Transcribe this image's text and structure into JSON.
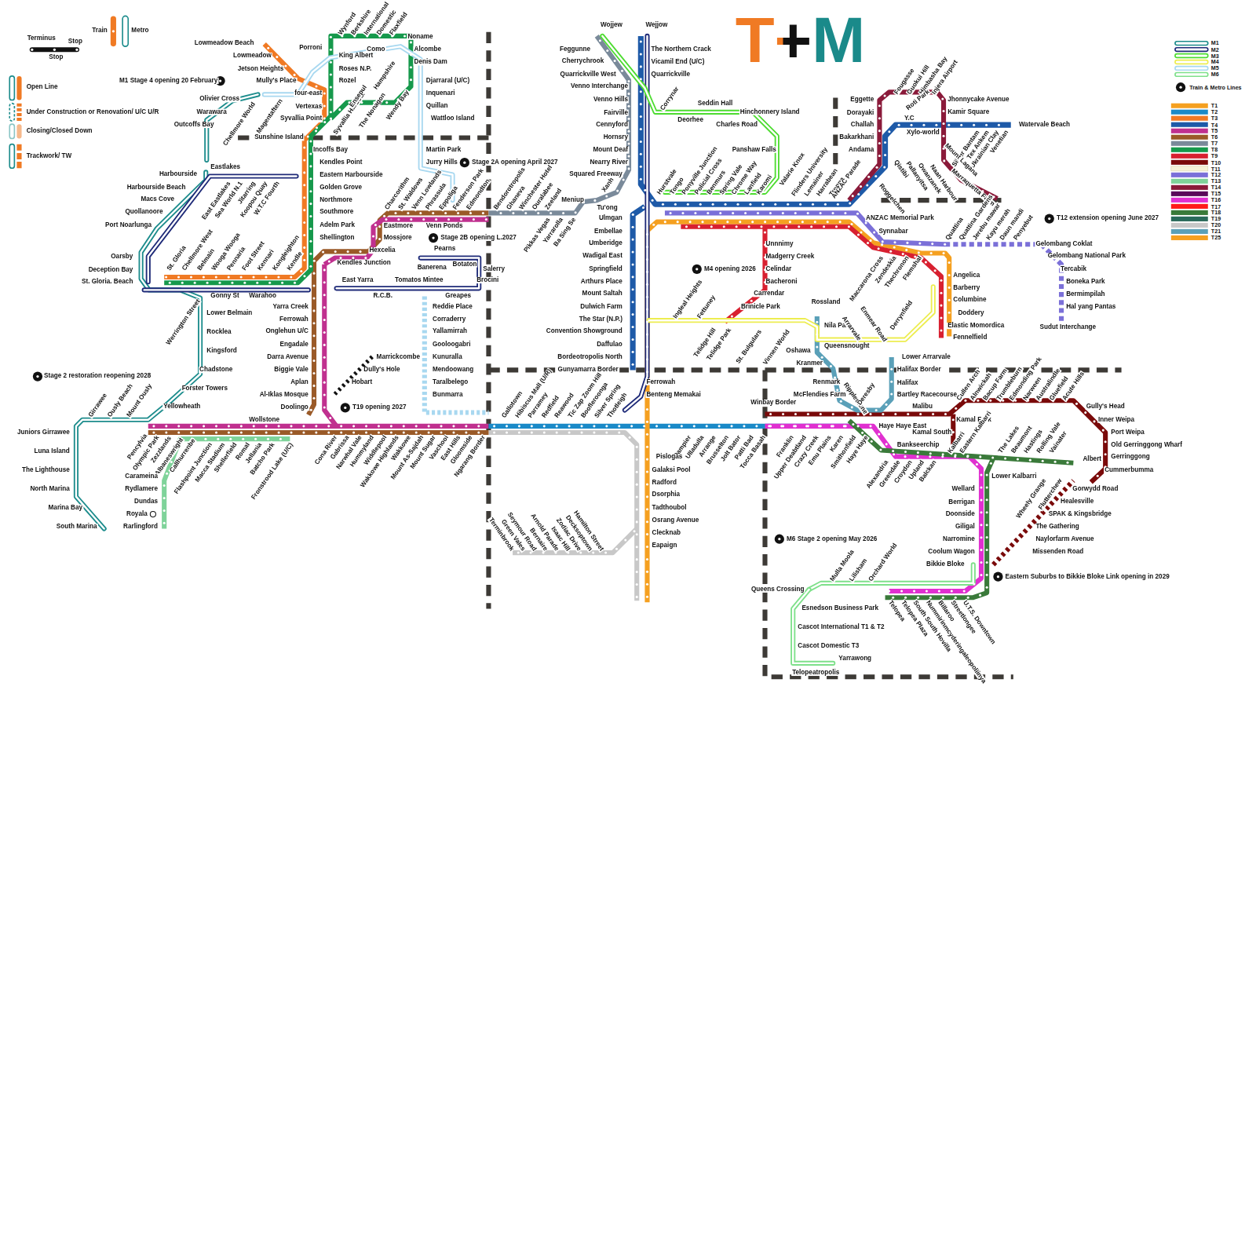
{
  "diagram": {
    "title": "T+M",
    "labels": [
      "M1 Stage 4 opening 20 February",
      "Stage 2A opening April 2027",
      "Stage 2B opening L.2027",
      "Stage 2 restoration reopening 2028",
      "T19 opening 2027",
      "M4 opening 2026",
      "T12 extension opening June 2027",
      "M6 Stage 2 opening May 2026",
      "Eastern Suburbs to Bikkie Bloke Link opening in 2029",
      "Lowmeadow Beach",
      "Lowmeadow",
      "Jetson Heights",
      "Mully's Place",
      "Porroni",
      "four-east",
      "Vertexas",
      "Syvallia Point",
      "Sunshine Island",
      "Incoffs Bay",
      "Kendles Point",
      "Eastern Harbourside",
      "Golden Grove",
      "Northmore",
      "Southmore",
      "Adelm Park",
      "Shellington",
      "Kendles Junction",
      "Olivier Cross",
      "Warawara",
      "Outcoffs Bay",
      "Chellmore World",
      "Magentaftern",
      "Wynford",
      "Berkshire",
      "International",
      "Domestic",
      "Flaxfield",
      "Noname",
      "Alcombe",
      "Denis Dam",
      "Como",
      "King Albert",
      "Roses N.P.",
      "Rozel",
      "Djarraral (U/C)",
      "Inquenari",
      "Quillan",
      "Wattloo Island",
      "Syvallia Harbour",
      "Ensepul",
      "The Nonagon",
      "Hampshire",
      "Wendy Bay",
      "Martin Park",
      "Jurry Hills",
      "Eastlakes",
      "Harbourside",
      "Harbourside Beach",
      "Macs Cove",
      "Quollanoore",
      "Port Noarlunga",
      "East Eastlakes",
      "Sea World N.1",
      "Jitarring",
      "Koopou Quay",
      "W.T.C Fourth",
      "Oarsby",
      "Deception Bay",
      "St. Gloria. Beach",
      "St. Gloria",
      "Chellmore West",
      "Belmain",
      "Wooga Wooga",
      "Pennaria",
      "Foot Street",
      "Kennari",
      "Kongleighton",
      "Kendle",
      "Gonny St",
      "Warahoo",
      "Werrington Street",
      "Lower Belmain",
      "Rocklea",
      "Kingsford",
      "Chadstone",
      "Forster Towers",
      "Yellowheath",
      "Girrawee",
      "Ously Beach",
      "Mount Ously",
      "Juniors Girrawee",
      "Luna Island",
      "The Lighthouse",
      "North Marina",
      "Marina Bay",
      "South Marina",
      "Pencylvia",
      "Olympic Park",
      "Zezzlands",
      "Albaneswright",
      "Callhurrenbe",
      "Carameina",
      "Rydlamere",
      "Dundas",
      "Royala",
      "Rarlingford",
      "Flashpoint Junction",
      "Macca Stadium",
      "Shellerfield",
      "Romal",
      "Jellania",
      "Batcho Park",
      "Fronstrood Lake (U/C)",
      "Yarra Creek",
      "Ferrowah",
      "Onglehun U/C",
      "Engadale",
      "Darra Avenue",
      "Biggie Vale",
      "Aplan",
      "Al-Iklas Mosque",
      "Doolingo",
      "Wollstone",
      "Marrickcombe",
      "Dully's Hole",
      "Hobart",
      "Cona River",
      "Gabrissa",
      "Narwhal Vale",
      "Hummyland",
      "Widdlepool",
      "Wakkowe Highlands",
      "Wakkowe",
      "Mount As-Sajdah",
      "Mount Sugar",
      "Vaschooi",
      "East Hills",
      "Gloomside",
      "Ngarang Border",
      "Hexcelia",
      "Mossjore",
      "Eastmore",
      "Venn Ponds",
      "Charcorithm",
      "St. Waldows",
      "Venn Lowlands",
      "Phrassula",
      "Eppoliga",
      "Fenderson Park",
      "Edmondton",
      "Bendorotropolis",
      "Ghaneva",
      "Winchester Hotel",
      "Ouralabee",
      "Zeeland",
      "Pearns",
      "Banerena",
      "Botaton",
      "Salerry",
      "Brocini",
      "Greapes",
      "Tomatos Mintee",
      "East Yarra",
      "R.C.B.",
      "Reddie Place",
      "Corraderry",
      "Yallamirrah",
      "Gooloogabri",
      "Kunuralla",
      "Mendoowang",
      "Taralbelego",
      "Bunmarra",
      "Meniup",
      "Tu'ong",
      "Xanh",
      "Pikkas Vegas",
      "Yarrarolla",
      "Ba Sing Se",
      "Wojjew",
      "Wejjow",
      "Feggunne",
      "Cherrychrook",
      "Quarrickville West",
      "Venno Interchange",
      "Venno Hills",
      "Fairville",
      "Cennyford",
      "Hornsry",
      "Mount Deaf",
      "Nearry River",
      "Squared Freeway",
      "The Northern Crack",
      "Vicamil End (U/C)",
      "Quarrickville",
      "Corrynar",
      "Seddin Hall",
      "Deorhee",
      "Hinchonnery Island",
      "Charles Road",
      "Panshaw Falls",
      "Valarie Knox",
      "Ulmgan",
      "Embellae",
      "Umberidge",
      "Wadigal East",
      "Springfield",
      "Arthurs Place",
      "Mount Saltah",
      "Dulwich Farm",
      "The Star (N.P.)",
      "Convention Showground",
      "Daffulao",
      "Bordeotropolis North",
      "Gunyamarra Border",
      "Ferrowah",
      "Benteng Memakai",
      "Hurstvale",
      "Tongo",
      "Ponyville Junction",
      "Policial Cross",
      "Benmurs",
      "Spring Vale",
      "Chrome Way",
      "Lanfield",
      "Karomi",
      "Flinders University",
      "Lemainer",
      "Harrabean",
      "Tronna",
      "ANZAC Parade",
      "Roggelchen",
      "ANZAC Memorial Park",
      "Synnabar",
      "Unnnimy",
      "Madgerry Creek",
      "Celindar",
      "Bacheroni",
      "Carrendar",
      "Brinicle Park",
      "Ingleal Heights",
      "Fettuney",
      "Telidge Hill",
      "Telidge Park",
      "St. Bulgulars",
      "Vinnen World",
      "Rossland",
      "Nila Park",
      "Arrarvale",
      "Enmear Road",
      "Derrynfield",
      "Queensnought",
      "Oshawa",
      "Kranmer",
      "Renmark",
      "McFlendies Farm",
      "Winbay Border",
      "Ripplestone",
      "Deresby",
      "Lower Arrarvale",
      "Halifax Border",
      "Halifax",
      "Bartley Racecourse",
      "Malibu",
      "Kamal Fork",
      "Kamal South",
      "Haye Haye East",
      "Bankseerchip",
      "Eggette",
      "Dorayaki",
      "Challah",
      "Bakarkhani",
      "Andama",
      "Fougasse",
      "Guokui Hill",
      "Himbasha Bay",
      "Injera Airport",
      "Roti Park",
      "Y.C",
      "Xylo-world",
      "Jhonnycake Avenue",
      "Kamir Square",
      "Watervale Beach",
      "Silver Bantam",
      "Tex Ankem",
      "Ukrainian Clay",
      "Venetian",
      "Mount Lagana",
      "Marraquetta Farm",
      "Qistibi",
      "Pallanyitsa",
      "Owanzanek",
      "Naan Harbour",
      "Quattina",
      "Quattina Gardens",
      "Jerebu mawar",
      "Kayu merah",
      "Daun mandi",
      "Penyebut",
      "Gelombang Coklat",
      "Gelombang National Park",
      "Tercabik",
      "Boneka Park",
      "Bermimpilah",
      "Hal yang Pantas",
      "Sudut Interchange",
      "Maccarona Cross",
      "Zendeskia",
      "Thechronon",
      "Flemshal",
      "Angelica",
      "Barberry",
      "Columbine",
      "Doddery",
      "Elastic Momordica",
      "Fennelfield",
      "Cullen Arch",
      "Alnwickah",
      "Bacup Farm",
      "Trumbleburn",
      "Edmonding Park",
      "Narween",
      "Australindle",
      "Gluefield",
      "Acute Hills",
      "Gully's Head",
      "Inner Weipa",
      "Port Weipa",
      "Old Gerringgong Wharf",
      "Gerringgong",
      "Albert",
      "Cummerbumma",
      "Alexandria",
      "Greendale",
      "Croydon",
      "Upland",
      "Balckan",
      "Kalbarri",
      "Eastern Kalbarri",
      "The Lakes",
      "Beaumont",
      "Hastings",
      "Rolling Vale",
      "Vainater",
      "Lower Kalbarri",
      "Wellard",
      "Berrigan",
      "Doonside",
      "Giligal",
      "Narromine",
      "Coolum Wagon",
      "Bikkie Bloke",
      "Wheely Grange",
      "Flutterchew",
      "Gorwydd Road",
      "Healesville",
      "SPAK & Kingsbridge",
      "The Gathering",
      "Naylorfarm Avenue",
      "Missenden Road",
      "Queens Crossing",
      "Mulla Moola",
      "Lilisham",
      "Orchard World",
      "Esnedson Business Park",
      "Cascot International T1 & T2",
      "Cascot Domestic T3",
      "Yarrawong",
      "Telopeatropolis",
      "Telopea",
      "Telopea Plaza",
      "South South Hovilla",
      "Nummirinmcyderingaleopoliinya",
      "Billaroo",
      "Streetlongee",
      "U.T.S. Downtown",
      "Gallotown",
      "Hibiscus Mall (U/R)",
      "Parramey",
      "Redfield",
      "Reawood",
      "Tic Zap Zoom Hill",
      "Boofleroonga",
      "Silver Spring",
      "Thotleigh",
      "Dampier",
      "Ulladulla",
      "Arrange",
      "Brusselton",
      "Jolt Bator",
      "Patti Bad",
      "Tocca Basah",
      "Franklin",
      "Upper Deabtland",
      "Crazy Creek",
      "Emu Plains",
      "Karen",
      "Smithonfield",
      "Haye Haye",
      "Pislogás",
      "Galaksi Pool",
      "Radford",
      "Dsorphia",
      "Tadthoubol",
      "Osrang Avenue",
      "Clecknab",
      "Eapaign",
      "Terminbrook",
      "Green Vales",
      "Seymour Road",
      "Bernaire",
      "Arnold Parade",
      "Isaac Hill",
      "Zodiac Drive",
      "Decksoptown",
      "Hamilton Street"
    ],
    "legend": [
      {
        "text": "Terminus"
      },
      {
        "text": "Stop"
      },
      {
        "text": "Stop"
      },
      {
        "text": "Train"
      },
      {
        "text": "Metro"
      },
      {
        "text": "Open Line"
      },
      {
        "text": "Under Construction or Renovation/ U/C U/R"
      },
      {
        "text": "Closing/Closed Down"
      },
      {
        "text": "Trackwork/ TW"
      },
      {
        "text": "M1",
        "color": "#1c8c8c"
      },
      {
        "text": "M2",
        "color": "#1e2a78"
      },
      {
        "text": "M3",
        "color": "#4ddc30"
      },
      {
        "text": "M4",
        "color": "#eded50"
      },
      {
        "text": "M5",
        "color": "#a8d8f0"
      },
      {
        "text": "M6",
        "color": "#7ee08a"
      },
      {
        "text": "Train & Metro Lines"
      },
      {
        "text": "T1",
        "color": "#f5a020"
      },
      {
        "text": "T2",
        "color": "#1a8ac8"
      },
      {
        "text": "T3",
        "color": "#f07a24"
      },
      {
        "text": "T4",
        "color": "#1e5aa8"
      },
      {
        "text": "T5",
        "color": "#c0308f"
      },
      {
        "text": "T6",
        "color": "#9a5a28"
      },
      {
        "text": "T7",
        "color": "#7a8a9a"
      },
      {
        "text": "T8",
        "color": "#16994c"
      },
      {
        "text": "T9",
        "color": "#d82030"
      },
      {
        "text": "T10",
        "color": "#7a0a0a"
      },
      {
        "text": "T11",
        "color": "#f6f2d8"
      },
      {
        "text": "T12",
        "color": "#7b70d8"
      },
      {
        "text": "T13",
        "color": "#7fd39a"
      },
      {
        "text": "T14",
        "color": "#8a1a3a"
      },
      {
        "text": "T15",
        "color": "#5a0a5a"
      },
      {
        "text": "T16",
        "color": "#e030d0"
      },
      {
        "text": "T17",
        "color": "#ff1a1a"
      },
      {
        "text": "T18",
        "color": "#3a7a3a"
      },
      {
        "text": "T19",
        "color": "#2a6a5a"
      },
      {
        "text": "T20",
        "color": "#c8c8c8"
      },
      {
        "text": "T21",
        "color": "#5aa0b8"
      },
      {
        "text": "T25",
        "color": "#f5a020"
      }
    ]
  }
}
